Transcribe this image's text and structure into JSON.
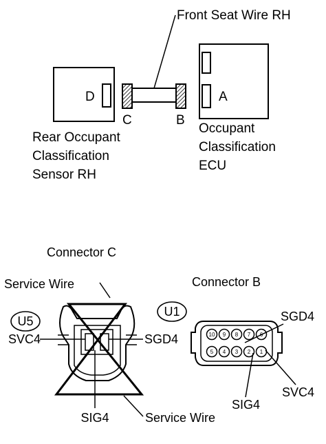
{
  "top": {
    "wire_label": "Front Seat Wire RH",
    "sensor": {
      "letter": "D",
      "name_lines": [
        "Rear Occupant",
        "Classification",
        "Sensor RH"
      ]
    },
    "harness": {
      "left_letter": "C",
      "right_letter": "B"
    },
    "ecu": {
      "letter": "A",
      "name_lines": [
        "Occupant",
        "Classification",
        "ECU"
      ]
    }
  },
  "connector_c": {
    "title": "Connector C",
    "code": "U5",
    "service_wire_top": "Service Wire",
    "service_wire_bottom": "Service Wire",
    "pins": {
      "left": "SVC4",
      "right": "SGD4",
      "bottom": "SIG4"
    }
  },
  "connector_b": {
    "title": "Connector B",
    "code": "U1",
    "pin_labels": {
      "sgd": "SGD4",
      "svc": "SVC4",
      "sig": "SIG4"
    },
    "top_row_pins": [
      "10",
      "9",
      "8",
      "7",
      "6"
    ],
    "bottom_row_pins": [
      "5",
      "4",
      "3",
      "2",
      "1"
    ]
  },
  "hatch_color": "#000000"
}
